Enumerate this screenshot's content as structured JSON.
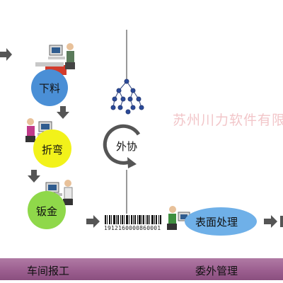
{
  "watermark": "苏州川力软件有限",
  "steps": [
    {
      "label": "下料",
      "color": "#4a8fd6",
      "icon": "workstation-cutting-icon"
    },
    {
      "label": "折弯",
      "color": "#f2f21a",
      "icon": "workstation-bending-icon"
    },
    {
      "label": "钣金",
      "color": "#8fd84a",
      "icon": "workstation-sheetmetal-icon"
    }
  ],
  "outsource": {
    "label": "外协",
    "icon": "cycle-arrow-icon"
  },
  "barcode": {
    "digits": "1912160000860001"
  },
  "surface": {
    "label": "表面处理",
    "color": "#6fb0e8"
  },
  "footer": {
    "left": "车间报工",
    "right": "委外管理"
  }
}
